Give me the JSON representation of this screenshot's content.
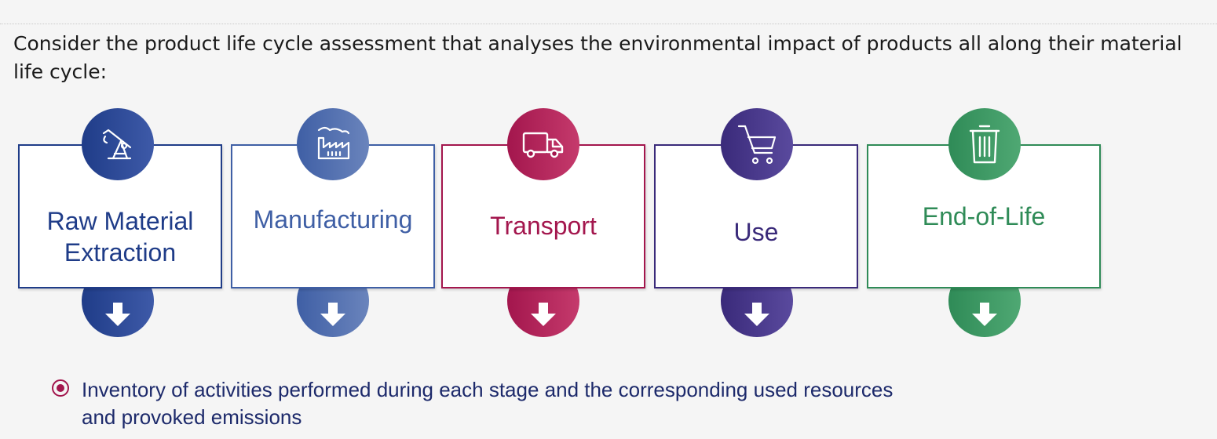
{
  "question": {
    "text": "Consider the product life cycle assessment that analyses the environmental impact of products all along their material life cycle:"
  },
  "diagram": {
    "stages": [
      {
        "label_lines": [
          "Raw Material",
          "Extraction"
        ],
        "icon": "oil-pump-icon",
        "color": "#1f3c88",
        "gradient_end": "#3e5aa8"
      },
      {
        "label_lines": [
          "Manufacturing"
        ],
        "icon": "factory-icon",
        "color": "#3f5fa5",
        "gradient_end": "#6a84bc"
      },
      {
        "label_lines": [
          "Transport"
        ],
        "icon": "truck-icon",
        "color": "#a3164d",
        "gradient_end": "#c53a6c"
      },
      {
        "label_lines": [
          "Use"
        ],
        "icon": "shopping-cart-icon",
        "color": "#3a2a7a",
        "gradient_end": "#5a4a9e"
      },
      {
        "label_lines": [
          "End-of-Life"
        ],
        "icon": "trash-can-icon",
        "color": "#2f8b57",
        "gradient_end": "#4fa873"
      }
    ],
    "bullet": {
      "text_lines": [
        "Inventory of activities performed during each stage and the corresponding used resources",
        "and provoked emissions"
      ],
      "color": "#a3164d"
    }
  }
}
